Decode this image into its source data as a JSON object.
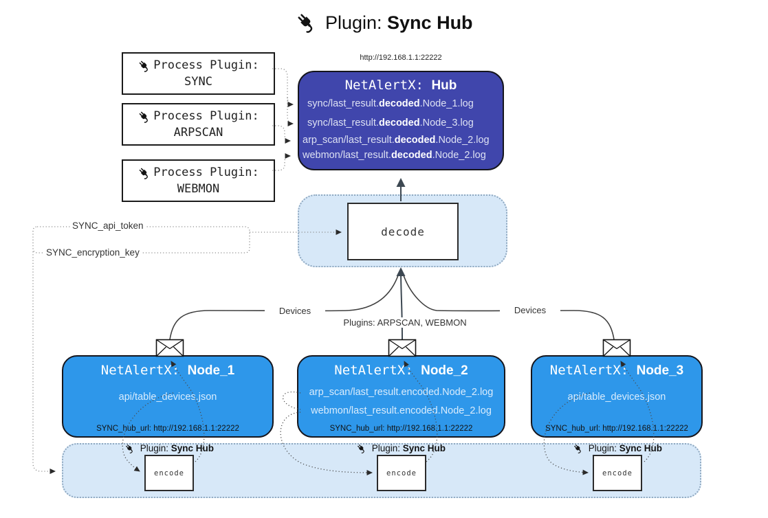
{
  "title": {
    "prefix": "Plugin:",
    "name": "Sync Hub"
  },
  "hub": {
    "url": "http://192.168.1.1:22222",
    "name_prefix": "NetAlertX:",
    "name": "Hub",
    "lines": [
      {
        "pre": "sync/last_result.",
        "bold": "decoded",
        "post": ".Node_1.log"
      },
      {
        "pre": "sync/last_result.",
        "bold": "decoded",
        "post": ".Node_3.log"
      },
      {
        "pre": "arp_scan/last_result.",
        "bold": "decoded",
        "post": ".Node_2.log"
      },
      {
        "pre": "webmon/last_result.",
        "bold": "decoded",
        "post": ".Node_2.log"
      }
    ]
  },
  "process_plugins": [
    {
      "label": "Process Plugin:",
      "name": "SYNC"
    },
    {
      "label": "Process Plugin:",
      "name": "ARPSCAN"
    },
    {
      "label": "Process Plugin:",
      "name": "WEBMON"
    }
  ],
  "settings": {
    "api_token": "SYNC_api_token",
    "encryption_key": "SYNC_encryption_key"
  },
  "decode": {
    "label": "decode"
  },
  "edges": {
    "devices_left": "Devices",
    "plugins": "Plugins: ARPSCAN, WEBMON",
    "devices_right": "Devices"
  },
  "nodes": [
    {
      "name_prefix": "NetAlertX:",
      "name": "Node_1",
      "files": [
        "api/table_devices.json"
      ],
      "hub_url": "SYNC_hub_url: http://192.168.1.1:22222"
    },
    {
      "name_prefix": "NetAlertX:",
      "name": "Node_2",
      "files": [
        "arp_scan/last_result.encoded.Node_2.log",
        "webmon/last_result.encoded.Node_2.log"
      ],
      "hub_url": "SYNC_hub_url: http://192.168.1.1:22222"
    },
    {
      "name_prefix": "NetAlertX:",
      "name": "Node_3",
      "files": [
        "api/table_devices.json"
      ],
      "hub_url": "SYNC_hub_url: http://192.168.1.1:22222"
    }
  ],
  "encoders": [
    {
      "label": "Plugin:",
      "bold": "Sync Hub",
      "box": "encode"
    },
    {
      "label": "Plugin:",
      "bold": "Sync Hub",
      "box": "encode"
    },
    {
      "label": "Plugin:",
      "bold": "Sync Hub",
      "box": "encode"
    }
  ],
  "colors": {
    "hub_bg": "#4046ac",
    "node_bg": "#2e97ea",
    "panel_bg": "#d7e8f8",
    "arrow": "#3d4852"
  }
}
